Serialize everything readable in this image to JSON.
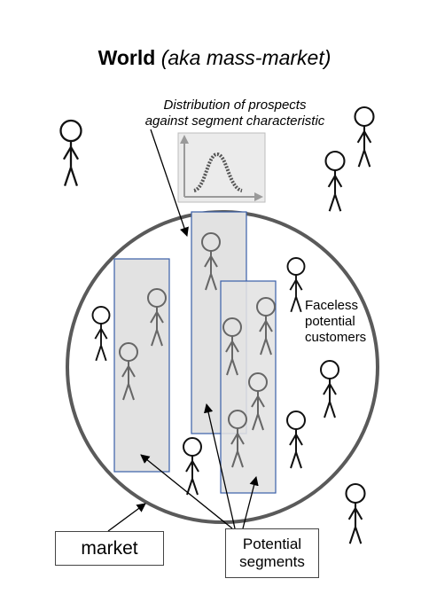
{
  "title": {
    "main": "World",
    "aside": "(aka mass-market)"
  },
  "distribution_caption": {
    "line1": "Distribution of prospects",
    "line2": "against segment characteristic"
  },
  "faceless_label": {
    "line1": "Faceless",
    "line2": "potential",
    "line3": "customers"
  },
  "market_label": "market",
  "segments_label": {
    "line1": "Potential",
    "line2": "segments"
  },
  "colors": {
    "segment_fill": "#e2e2e2",
    "segment_border": "#3a5fa8",
    "circle": "#555555",
    "inset_bg": "#ebebeb",
    "bell_curve": "#555555"
  }
}
